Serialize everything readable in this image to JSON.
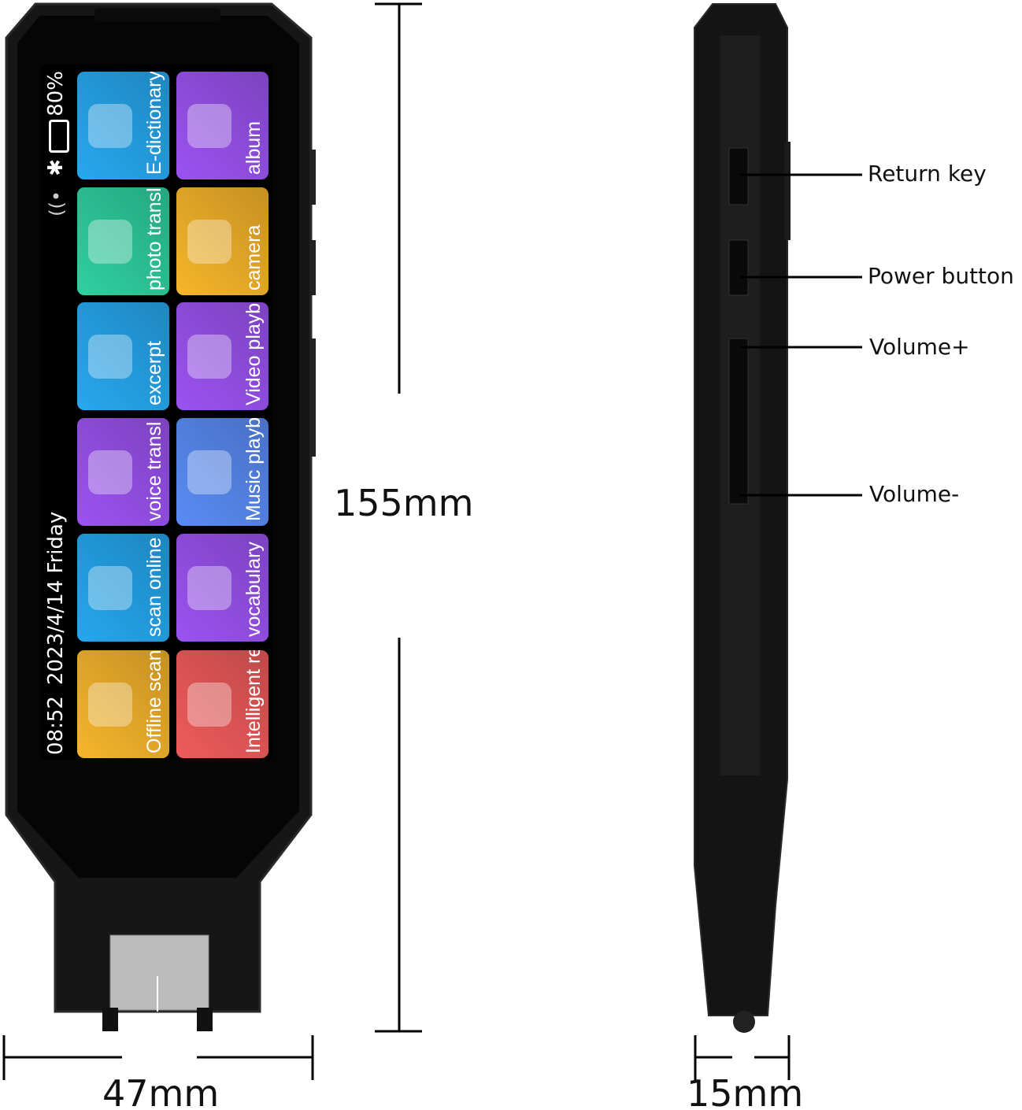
{
  "status": {
    "time": "08:52",
    "date": "2023/4/14 Friday",
    "battery": "80%",
    "icons": [
      "wifi-off-icon",
      "bluetooth-icon",
      "battery-icon"
    ]
  },
  "apps_row1": [
    {
      "label": "Offline scan",
      "color": "#f6b52c",
      "icon": "scanner-pen-icon"
    },
    {
      "label": "scan online",
      "color": "#25a7ee",
      "icon": "scan-card-icon"
    },
    {
      "label": "voice transl",
      "color": "#9b53f0",
      "icon": "voice-bubble-icon"
    },
    {
      "label": "excerpt",
      "color": "#27a8ef",
      "icon": "notes-add-icon"
    },
    {
      "label": "photo transl",
      "color": "#2fd0a0",
      "icon": "photo-translate-icon"
    },
    {
      "label": "E-dictionary",
      "color": "#27a8ef",
      "icon": "book-icon"
    }
  ],
  "apps_row2": [
    {
      "label": "Intelligent rec",
      "color": "#ef5b5b",
      "icon": "recorder-icon"
    },
    {
      "label": "vocabulary",
      "color": "#9b53f0",
      "icon": "vocabulary-icon"
    },
    {
      "label": "Music playback",
      "color": "#5a8cf5",
      "icon": "headphones-icon"
    },
    {
      "label": "Video playback",
      "color": "#9b53f0",
      "icon": "video-icon"
    },
    {
      "label": "camera",
      "color": "#f7b52a",
      "icon": "camera-icon"
    },
    {
      "label": "album",
      "color": "#9b53f0",
      "icon": "image-icon"
    }
  ],
  "callouts": {
    "return": "Return key",
    "power": "Power button",
    "vol_up": "Volume+",
    "vol_down": "Volume-"
  },
  "dimensions": {
    "height": "155mm",
    "width": "47mm",
    "thickness": "15mm"
  }
}
